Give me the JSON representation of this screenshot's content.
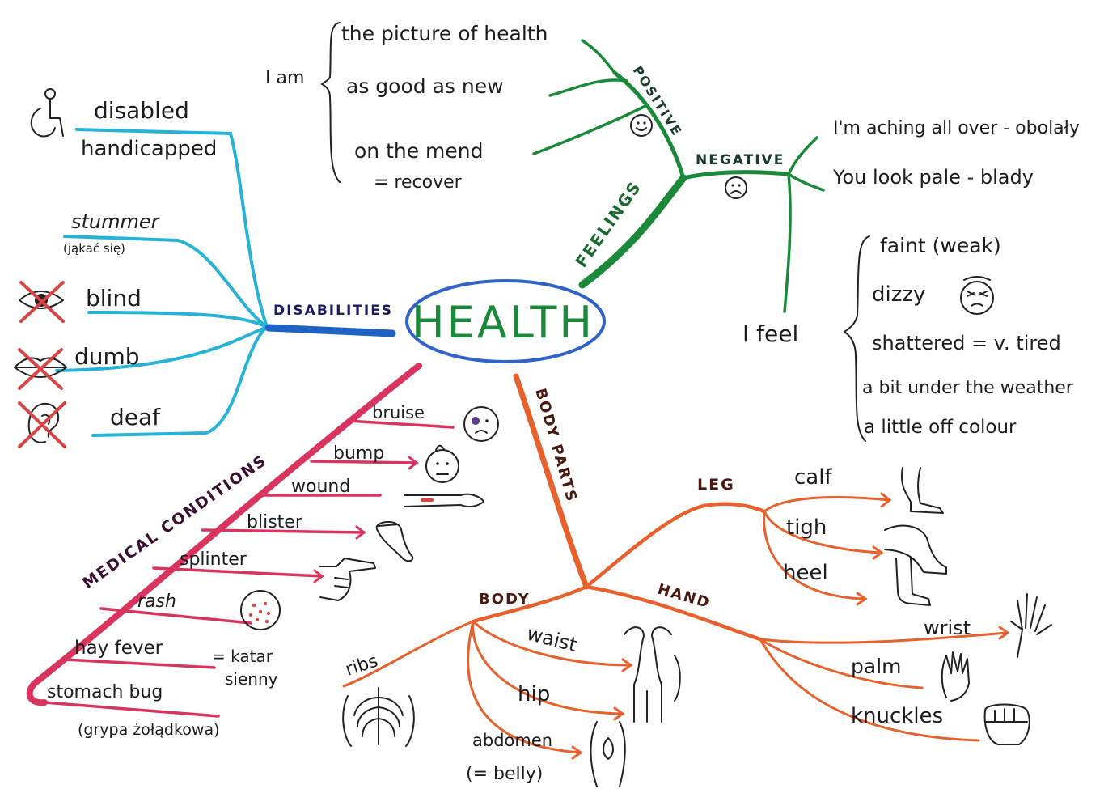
{
  "center": "HEALTH",
  "colors": {
    "paper": "#ffffff",
    "disabilities": "#27b3d6",
    "disabilities_hub": "#1e63c4",
    "feelings": "#1a8a3a",
    "medical": "#d9345e",
    "body_parts": "#e8602c",
    "body_branch": "#e8823e",
    "ink": "#1c1c1c",
    "ellipse": "#2f63c8"
  },
  "disabilities": {
    "label": "DISABILITIES",
    "items": [
      "disabled",
      "handicapped",
      "stummer",
      "(jąkać się)",
      "blind",
      "dumb",
      "deaf"
    ],
    "icons": [
      "wheelchair-icon",
      "crossed-eye-icon",
      "crossed-lips-icon",
      "crossed-ear-icon"
    ]
  },
  "feelings": {
    "label": "FEELINGS",
    "positive": {
      "label": "POSITIVE",
      "intro": "I am",
      "items": [
        "the picture of health",
        "as good as new",
        "on the mend",
        "= recover"
      ],
      "icon": "smiley-face-icon"
    },
    "negative": {
      "label": "NEGATIVE",
      "items": [
        "I'm aching all over - obolały",
        "You look pale - blady"
      ],
      "icon": "sad-face-icon"
    },
    "i_feel": {
      "intro": "I feel",
      "items": [
        "faint (weak)",
        "dizzy",
        "shattered = v. tired",
        "a bit under the weather",
        "a little off colour"
      ],
      "icon": "dizzy-face-icon"
    }
  },
  "medical": {
    "label": "MEDICAL CONDITIONS",
    "items": [
      "bruise",
      "bump",
      "wound",
      "blister",
      "splinter",
      "rash",
      "hay fever",
      "= katar",
      "sienny",
      "stomach bug",
      "(grypa żołądkowa)"
    ],
    "icons": [
      "bruised-face-icon",
      "bumped-face-icon",
      "wounded-arm-icon",
      "blistered-foot-icon",
      "pointing-hand-icon",
      "rash-face-icon"
    ]
  },
  "body_parts": {
    "label": "BODY PARTS",
    "leg": {
      "label": "LEG",
      "items": [
        "calf",
        "tigh",
        "heel"
      ],
      "icons": [
        "calf-leg-icon",
        "thigh-leg-icon",
        "heel-foot-icon"
      ]
    },
    "body": {
      "label": "BODY",
      "items": [
        "ribs",
        "waist",
        "hip",
        "abdomen",
        "(= belly)"
      ],
      "icons": [
        "ribcage-icon",
        "torso-icon",
        "belly-icon"
      ]
    },
    "hand": {
      "label": "HAND",
      "items": [
        "wrist",
        "palm",
        "knuckles"
      ],
      "icons": [
        "open-hand-icon",
        "palm-icon",
        "fist-icon"
      ]
    }
  }
}
